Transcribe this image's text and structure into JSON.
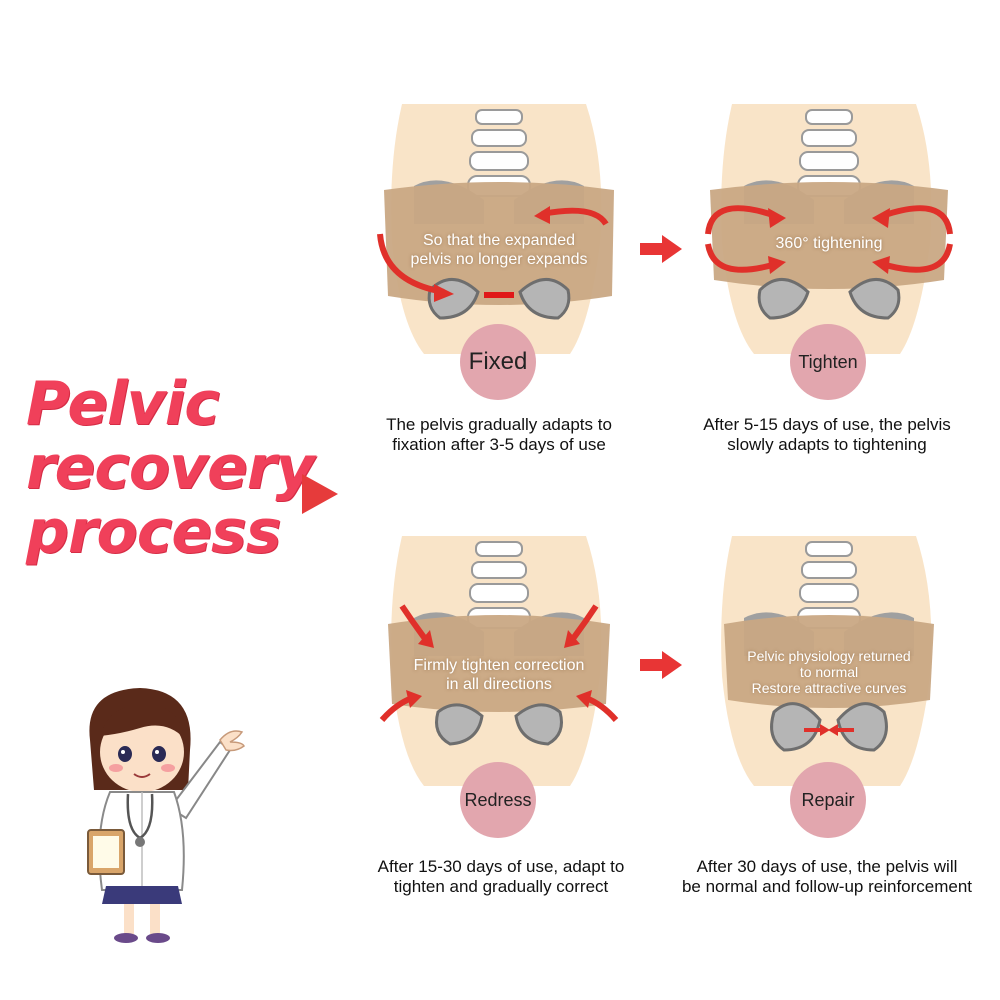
{
  "headline": [
    "Pelvic",
    "recovery",
    "process"
  ],
  "colors": {
    "accent": "#f0405a",
    "skin": "#f9e4c8",
    "belt": "#c9a884",
    "bone": "#b8b8b8",
    "arrow": "#e02a2a",
    "badge": "#e2a6ae"
  },
  "panels": [
    {
      "text": [
        "So that the expanded",
        "pelvis no longer expands"
      ],
      "badge": "Fixed",
      "caption": [
        "The pelvis gradually adapts to",
        "fixation after 3-5 days of use"
      ]
    },
    {
      "text": [
        "360° tightening"
      ],
      "badge": "Tighten",
      "caption": [
        "After 5-15 days of use, the pelvis",
        "slowly adapts to tightening"
      ]
    },
    {
      "text": [
        "Firmly tighten correction",
        "in all directions"
      ],
      "badge": "Redress",
      "caption": [
        "After 15-30 days of use, adapt to",
        "tighten and gradually correct"
      ]
    },
    {
      "text": [
        "Pelvic physiology returned",
        "to normal",
        "Restore attractive curves"
      ],
      "badge": "Repair",
      "caption": [
        "After 30 days of use, the pelvis will",
        "be normal and follow-up reinforcement"
      ]
    }
  ]
}
